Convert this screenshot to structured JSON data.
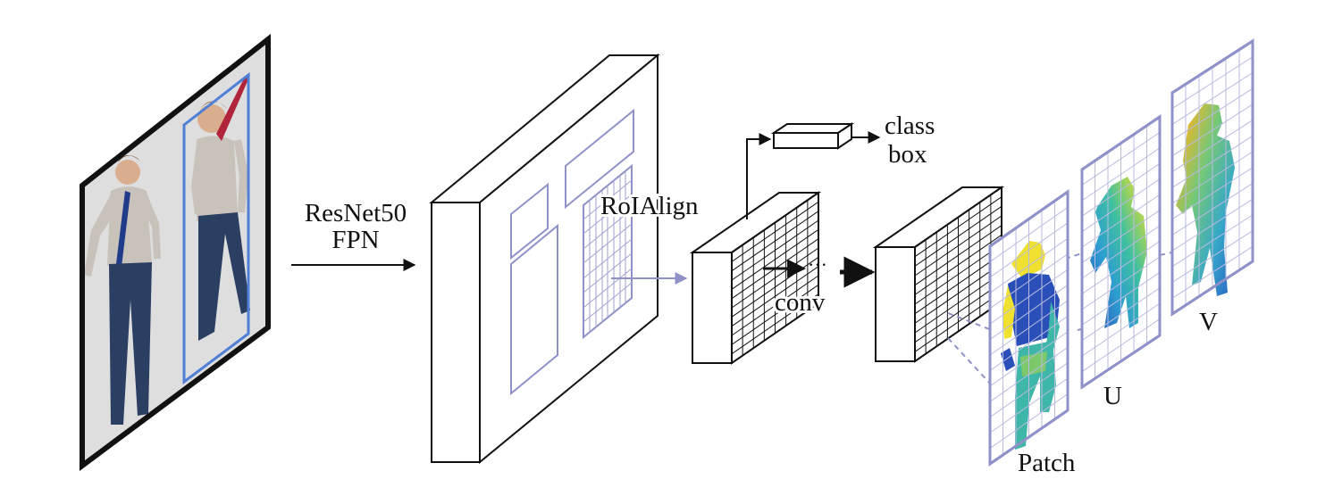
{
  "labels": {
    "backbone_line1": "ResNet50",
    "backbone_line2": "FPN",
    "roi_align": "RoIAlign",
    "class": "class",
    "box": "box",
    "conv": "conv",
    "ellipsis": "···",
    "patch": "Patch",
    "u": "U",
    "v": "V"
  },
  "colors": {
    "stroke": "#111111",
    "proposal_blue": "#8f92c8",
    "bbox_blue": "#4f7fd6",
    "grid_border": "#8f92c8",
    "grid_line": "#b9bce0",
    "tie_red": "#b0243c",
    "jeans": "#2b3f63",
    "shirt": "#c9c2bb",
    "skin": "#d9ae8e",
    "bg_photo": "#dedede",
    "patch_blue": "#2a4fb8",
    "patch_yellow": "#f0e030",
    "patch_teal": "#3fb7a8",
    "patch_green": "#7cc86a"
  },
  "icons": {
    "input_image": "photo-two-people-icon",
    "arrow": "arrow-right-icon"
  }
}
